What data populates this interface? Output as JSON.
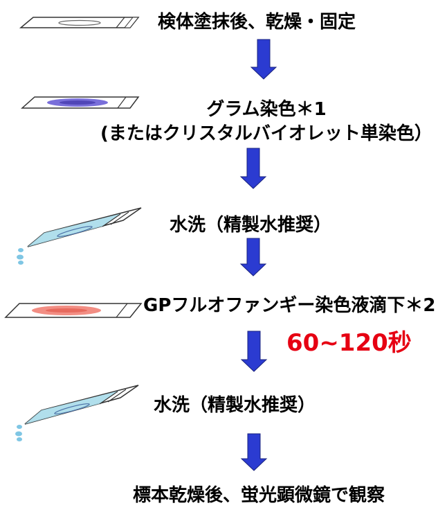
{
  "steps": [
    {
      "text": "検体塗抹後、乾燥・固定"
    },
    {
      "line1": "グラム染色＊1",
      "line2": "(またはクリスタルバイオレット単染色）"
    },
    {
      "text": "水洗（精製水推奨）"
    },
    {
      "text": "GPフルオファンギー染色液滴下＊2"
    },
    {
      "text": "水洗（精製水推奨）"
    },
    {
      "text": "標本乾燥後、蛍光顕微鏡で観察"
    }
  ],
  "timer": "60~120秒",
  "colors": {
    "arrow_fill": "#2b3bd1",
    "arrow_stroke": "#1a237e",
    "timer_red": "#e60012",
    "stain_purple": "#5a4fc9",
    "stain_red": "#f07a6e",
    "water_blue": "#a9dcea"
  },
  "icons": [
    "slide-icon",
    "stained-slide-icon",
    "tilted-slide-water-icon",
    "arrow-down-icon"
  ]
}
